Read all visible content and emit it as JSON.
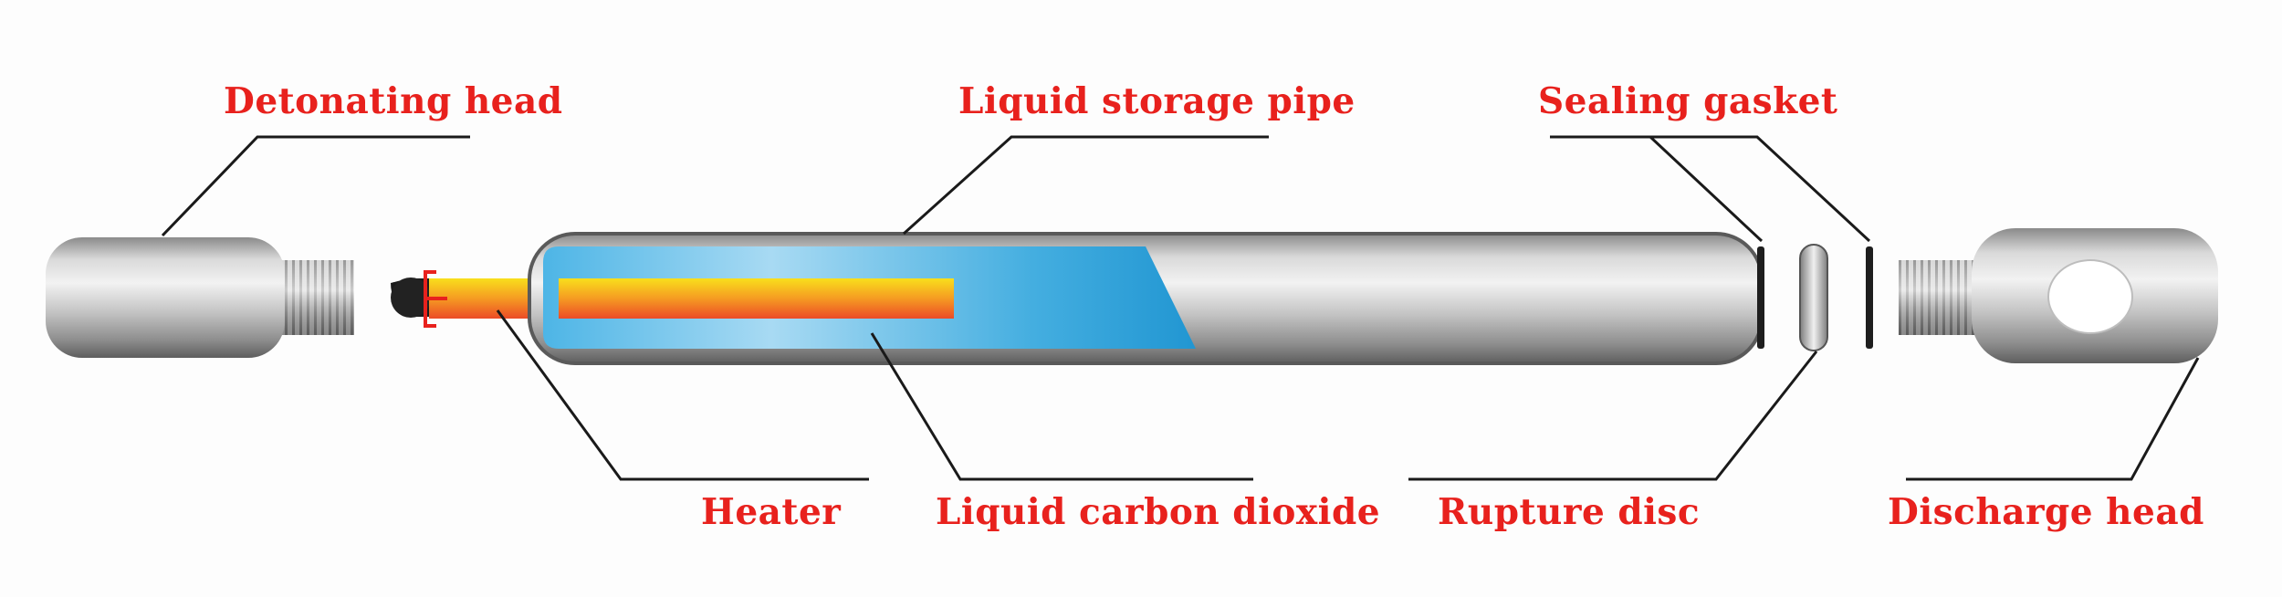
{
  "labels": {
    "detonating_head": "Detonating head",
    "liquid_storage_pipe": "Liquid storage pipe",
    "sealing_gasket": "Sealing gasket",
    "heater": "Heater",
    "liquid_carbon_dioxide": "Liquid carbon dioxide",
    "rupture_disc": "Rupture disc",
    "discharge_head": "Discharge head"
  },
  "colors": {
    "label": "#e8211d",
    "leader_line": "#1a1a1a",
    "co2_liquid": "#2ea3d9",
    "heater_top": "#f7d21b",
    "heater_bottom": "#ee4a26",
    "metal_light": "#e4e4e4",
    "metal_dark": "#6b6b6b"
  }
}
